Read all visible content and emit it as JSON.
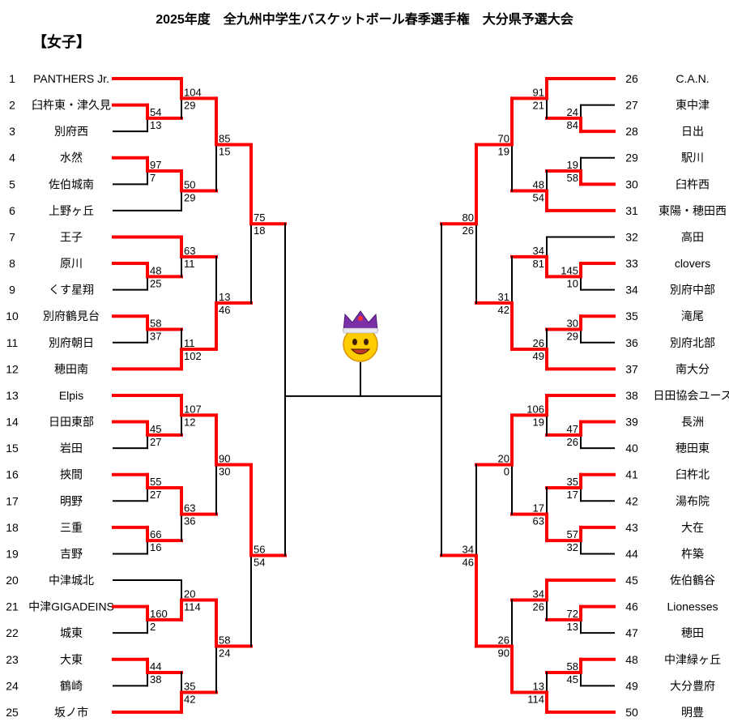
{
  "title": "2025年度　全九州中学生バスケットボール春季選手権　大分県予選大会",
  "division": "【女子】",
  "colors": {
    "winner_line": "#ff0000",
    "line": "#000000"
  },
  "trophy_icon": "crowned-smiley-icon",
  "teams": [
    {
      "no": "1",
      "name": "PANTHERS Jr."
    },
    {
      "no": "2",
      "name": "臼杵東・津久見"
    },
    {
      "no": "3",
      "name": "別府西"
    },
    {
      "no": "4",
      "name": "水然"
    },
    {
      "no": "5",
      "name": "佐伯城南"
    },
    {
      "no": "6",
      "name": "上野ヶ丘"
    },
    {
      "no": "7",
      "name": "王子"
    },
    {
      "no": "8",
      "name": "原川"
    },
    {
      "no": "9",
      "name": "くす星翔"
    },
    {
      "no": "10",
      "name": "別府鶴見台"
    },
    {
      "no": "11",
      "name": "別府朝日"
    },
    {
      "no": "12",
      "name": "穂田南"
    },
    {
      "no": "13",
      "name": "Elpis"
    },
    {
      "no": "14",
      "name": "日田東部"
    },
    {
      "no": "15",
      "name": "岩田"
    },
    {
      "no": "16",
      "name": "挾間"
    },
    {
      "no": "17",
      "name": "明野"
    },
    {
      "no": "18",
      "name": "三重"
    },
    {
      "no": "19",
      "name": "吉野"
    },
    {
      "no": "20",
      "name": "中津城北"
    },
    {
      "no": "21",
      "name": "中津GIGADEINS"
    },
    {
      "no": "22",
      "name": "城東"
    },
    {
      "no": "23",
      "name": "大東"
    },
    {
      "no": "24",
      "name": "鶴崎"
    },
    {
      "no": "25",
      "name": "坂ノ市"
    },
    {
      "no": "26",
      "name": "C.A.N."
    },
    {
      "no": "27",
      "name": "東中津"
    },
    {
      "no": "28",
      "name": "日出"
    },
    {
      "no": "29",
      "name": "駅川"
    },
    {
      "no": "30",
      "name": "臼杵西"
    },
    {
      "no": "31",
      "name": "東陽・穂田西"
    },
    {
      "no": "32",
      "name": "高田"
    },
    {
      "no": "33",
      "name": "clovers"
    },
    {
      "no": "34",
      "name": "別府中部"
    },
    {
      "no": "35",
      "name": "滝尾"
    },
    {
      "no": "36",
      "name": "別府北部"
    },
    {
      "no": "37",
      "name": "南大分"
    },
    {
      "no": "38",
      "name": "日田協会ユース"
    },
    {
      "no": "39",
      "name": "長洲"
    },
    {
      "no": "40",
      "name": "穂田東"
    },
    {
      "no": "41",
      "name": "臼杵北"
    },
    {
      "no": "42",
      "name": "湯布院"
    },
    {
      "no": "43",
      "name": "大在"
    },
    {
      "no": "44",
      "name": "杵築"
    },
    {
      "no": "45",
      "name": "佐伯鶴谷"
    },
    {
      "no": "46",
      "name": "Lionesses"
    },
    {
      "no": "47",
      "name": "穂田"
    },
    {
      "no": "48",
      "name": "中津緑ヶ丘"
    },
    {
      "no": "49",
      "name": "大分豊府"
    },
    {
      "no": "50",
      "name": "明豊"
    }
  ],
  "bracket": {
    "left": {
      "s": null,
      "c": [
        {
          "s": [
            "75",
            "18"
          ],
          "c": [
            {
              "s": [
                "85",
                "15"
              ],
              "c": [
                {
                  "s": [
                    "104",
                    "29"
                  ],
                  "c": [
                    1,
                    {
                      "s": [
                        "54",
                        "13"
                      ],
                      "c": [
                        2,
                        3
                      ]
                    }
                  ]
                },
                {
                  "s": [
                    "50",
                    "29"
                  ],
                  "c": [
                    {
                      "s": [
                        "97",
                        "7"
                      ],
                      "c": [
                        4,
                        5
                      ]
                    },
                    6
                  ]
                }
              ]
            },
            {
              "s": [
                "13",
                "46"
              ],
              "c": [
                {
                  "s": [
                    "63",
                    "11"
                  ],
                  "c": [
                    7,
                    {
                      "s": [
                        "48",
                        "25"
                      ],
                      "c": [
                        8,
                        9
                      ]
                    }
                  ]
                },
                {
                  "s": [
                    "11",
                    "102"
                  ],
                  "c": [
                    {
                      "s": [
                        "58",
                        "37"
                      ],
                      "c": [
                        10,
                        11
                      ]
                    },
                    12
                  ]
                }
              ]
            }
          ]
        },
        {
          "s": [
            "56",
            "54"
          ],
          "c": [
            {
              "s": [
                "90",
                "30"
              ],
              "c": [
                {
                  "s": [
                    "107",
                    "12"
                  ],
                  "c": [
                    13,
                    {
                      "s": [
                        "45",
                        "27"
                      ],
                      "c": [
                        14,
                        15
                      ]
                    }
                  ]
                },
                {
                  "s": [
                    "63",
                    "36"
                  ],
                  "c": [
                    {
                      "s": [
                        "55",
                        "27"
                      ],
                      "c": [
                        16,
                        17
                      ]
                    },
                    {
                      "s": [
                        "66",
                        "16"
                      ],
                      "c": [
                        18,
                        19
                      ]
                    }
                  ]
                }
              ]
            },
            {
              "s": [
                "58",
                "24"
              ],
              "c": [
                {
                  "s": [
                    "20",
                    "114"
                  ],
                  "c": [
                    20,
                    {
                      "s": [
                        "160",
                        "2"
                      ],
                      "c": [
                        21,
                        22
                      ]
                    }
                  ]
                },
                {
                  "s": [
                    "35",
                    "42"
                  ],
                  "c": [
                    {
                      "s": [
                        "44",
                        "38"
                      ],
                      "c": [
                        23,
                        24
                      ]
                    },
                    25
                  ]
                }
              ]
            }
          ]
        }
      ]
    },
    "right": {
      "s": null,
      "c": [
        {
          "s": [
            "80",
            "26"
          ],
          "c": [
            {
              "s": [
                "70",
                "19"
              ],
              "c": [
                {
                  "s": [
                    "91",
                    "21"
                  ],
                  "c": [
                    26,
                    {
                      "s": [
                        "24",
                        "84"
                      ],
                      "c": [
                        27,
                        28
                      ]
                    }
                  ]
                },
                {
                  "s": [
                    "48",
                    "54"
                  ],
                  "c": [
                    {
                      "s": [
                        "19",
                        "58"
                      ],
                      "c": [
                        29,
                        30
                      ]
                    },
                    31
                  ]
                }
              ]
            },
            {
              "s": [
                "31",
                "42"
              ],
              "c": [
                {
                  "s": [
                    "34",
                    "81"
                  ],
                  "c": [
                    32,
                    {
                      "s": [
                        "145",
                        "10"
                      ],
                      "c": [
                        33,
                        34
                      ]
                    }
                  ]
                },
                {
                  "s": [
                    "26",
                    "49"
                  ],
                  "c": [
                    {
                      "s": [
                        "30",
                        "29"
                      ],
                      "c": [
                        35,
                        36
                      ]
                    },
                    37
                  ]
                }
              ]
            }
          ]
        },
        {
          "s": [
            "34",
            "46"
          ],
          "c": [
            {
              "s": [
                "20",
                "0"
              ],
              "c": [
                {
                  "s": [
                    "106",
                    "19"
                  ],
                  "c": [
                    38,
                    {
                      "s": [
                        "47",
                        "26"
                      ],
                      "c": [
                        39,
                        40
                      ]
                    }
                  ]
                },
                {
                  "s": [
                    "17",
                    "63"
                  ],
                  "c": [
                    {
                      "s": [
                        "35",
                        "17"
                      ],
                      "c": [
                        41,
                        42
                      ]
                    },
                    {
                      "s": [
                        "57",
                        "32"
                      ],
                      "c": [
                        43,
                        44
                      ]
                    }
                  ]
                }
              ]
            },
            {
              "s": [
                "26",
                "90"
              ],
              "c": [
                {
                  "s": [
                    "34",
                    "26"
                  ],
                  "c": [
                    45,
                    {
                      "s": [
                        "72",
                        "13"
                      ],
                      "c": [
                        46,
                        47
                      ]
                    }
                  ]
                },
                {
                  "s": [
                    "13",
                    "114"
                  ],
                  "c": [
                    {
                      "s": [
                        "58",
                        "45"
                      ],
                      "c": [
                        48,
                        49
                      ]
                    },
                    50
                  ]
                }
              ]
            }
          ]
        }
      ]
    }
  }
}
